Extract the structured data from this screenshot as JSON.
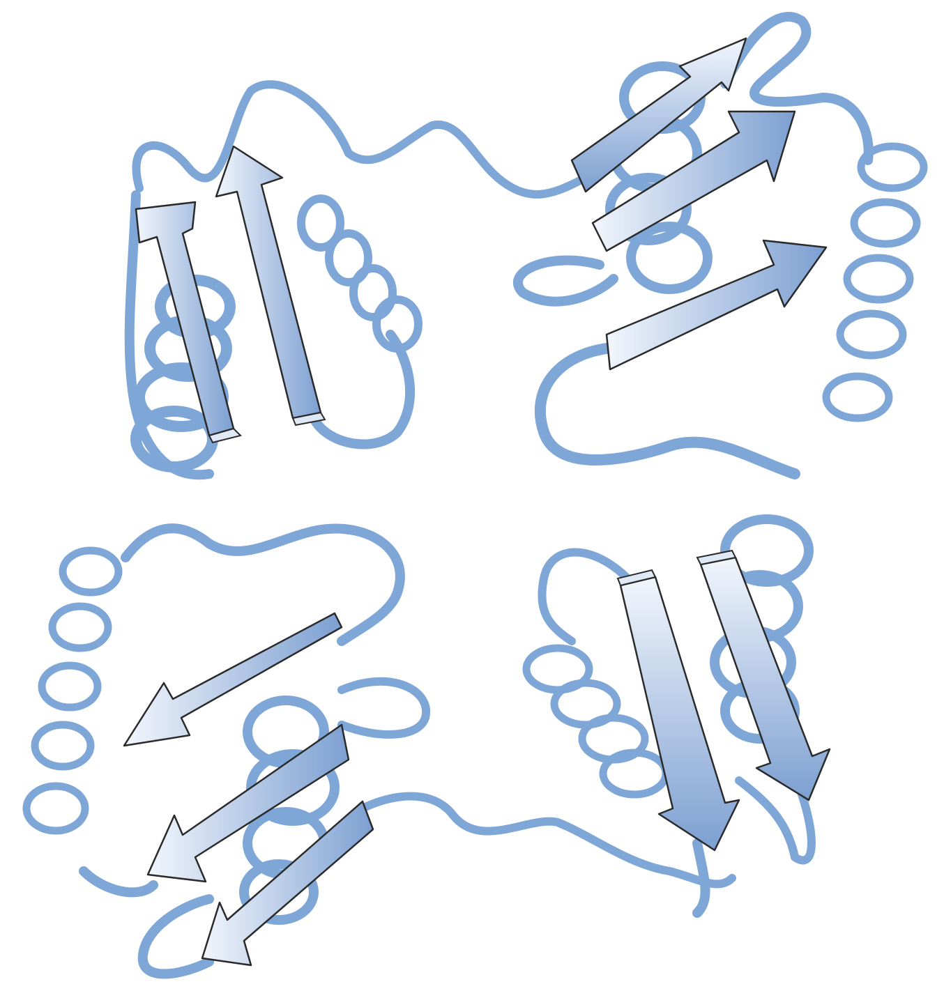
{
  "diagram": {
    "subject": "protein ribbon",
    "colors": {
      "background": "#ffffff",
      "coil": "#7ea6d6",
      "strand_fill_light": "#f2f6fc",
      "strand_fill_dark": "#7c9fd1",
      "strand_outline": "#2a2a2a"
    },
    "icons": [
      "beta-strand-arrow",
      "alpha-helix-coil",
      "loop-ribbon"
    ],
    "subunits": [
      {
        "id": "top-left",
        "helices": 2,
        "strands": 2
      },
      {
        "id": "top-right",
        "helices": 2,
        "strands": 3
      },
      {
        "id": "bottom-left",
        "helices": 2,
        "strands": 3
      },
      {
        "id": "bottom-right",
        "helices": 2,
        "strands": 2
      }
    ]
  }
}
